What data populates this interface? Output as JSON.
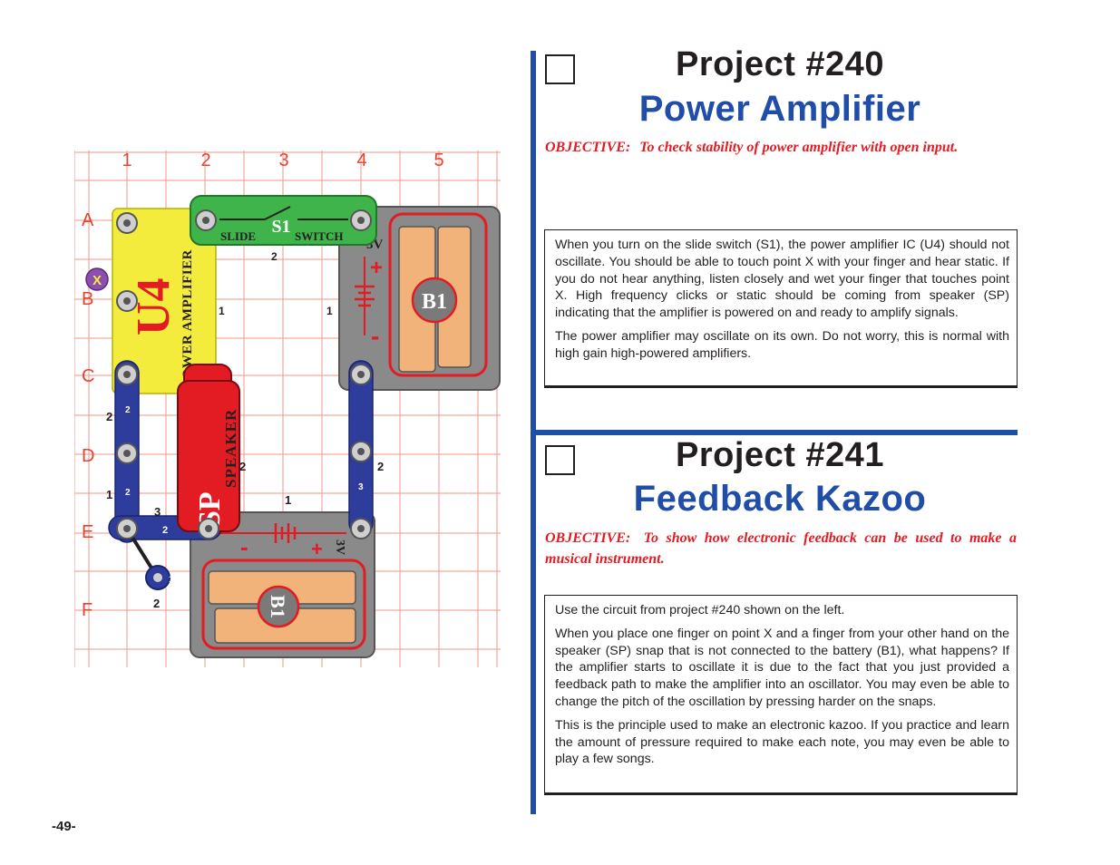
{
  "page_number": "-49-",
  "project_240": {
    "title": "Project #240",
    "subtitle": "Power Amplifier",
    "objective_label": "OBJECTIVE:",
    "objective_text": "To check stability of power amplifier with open input.",
    "paragraphs": [
      "When you turn on the slide switch (S1), the power amplifier IC (U4) should not oscillate.  You should be able to touch point X with your finger and hear static.  If you do not hear anything, listen closely and wet your finger that touches point X.  High frequency clicks or static should be coming from speaker (SP) indicating that the amplifier is powered on and ready to amplify signals.",
      "The power amplifier may oscillate on its own.  Do not worry, this is normal with high gain high-powered amplifiers."
    ]
  },
  "project_241": {
    "title": "Project #241",
    "subtitle": "Feedback Kazoo",
    "objective_label": "OBJECTIVE:",
    "objective_text": "To show how electronic feedback can be used to make a musical instrument.",
    "paragraphs": [
      "Use the circuit from project #240 shown on the left.",
      "When you place one finger on point X and a finger from your other hand on the speaker (SP) snap that is not connected to the battery (B1), what happens?  If the amplifier starts to oscillate it is due to the fact that you just provided a feedback path to make the amplifier into an oscillator.  You may even be able to change the pitch of the oscillation by pressing harder on the snaps.",
      "This is the principle used to make an electronic kazoo.  If you practice and learn the amount of pressure required to make each note, you may even be able to play a few songs."
    ]
  },
  "circuit": {
    "columns": [
      "1",
      "2",
      "3",
      "4",
      "5"
    ],
    "rows": [
      "A",
      "B",
      "C",
      "D",
      "E",
      "F"
    ],
    "point_x": "X",
    "u4_label": "U4",
    "u4_text": "POWER AMPLIFIER",
    "s1_label": "S1",
    "s1_left": "SLIDE",
    "s1_right": "SWITCH",
    "sp_label": "SP",
    "sp_text": "SPEAKER",
    "b1_label": "B1",
    "voltage": "3V",
    "plus": "+",
    "minus": "-",
    "pin_1": "1",
    "pin_2": "2",
    "pin_3": "3",
    "colors": {
      "grid": "#e8412c",
      "u4": "#f4ec3c",
      "s1": "#3fb44a",
      "sp": "#e31b23",
      "wire": "#2e3d9c",
      "battery_case": "#808080",
      "cell": "#f2b37a",
      "title_blue": "#1f4da8",
      "objective_red": "#e31b23"
    }
  }
}
